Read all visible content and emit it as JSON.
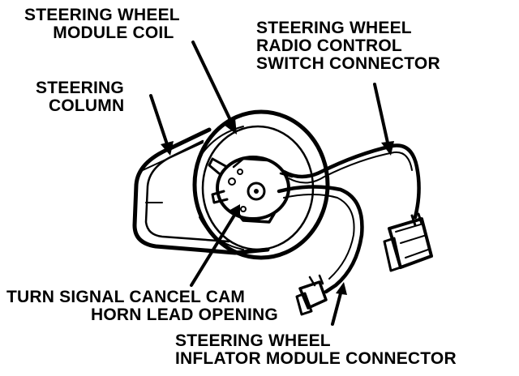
{
  "labels": {
    "module_coil": [
      "STEERING WHEEL",
      "MODULE COIL"
    ],
    "radio_connector": [
      "STEERING WHEEL",
      "RADIO CONTROL",
      "SWITCH CONNECTOR"
    ],
    "column": [
      "STEERING",
      "COLUMN"
    ],
    "cancel_cam": [
      "TURN SIGNAL CANCEL CAM",
      "HORN LEAD OPENING"
    ],
    "inflator_connector": [
      "STEERING WHEEL",
      "INFLATOR MODULE CONNECTOR"
    ]
  },
  "colors": {
    "ink": "#000000",
    "paper": "#ffffff"
  }
}
